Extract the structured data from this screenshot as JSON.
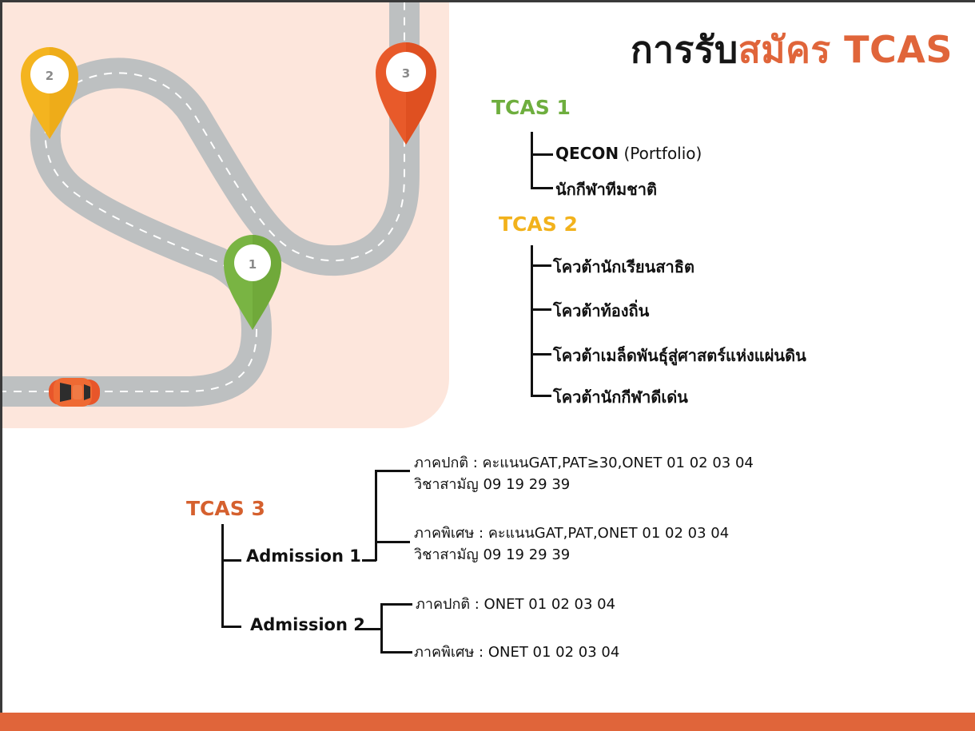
{
  "title": {
    "part1": "การรับ",
    "part2": "สมัคร TCAS"
  },
  "map": {
    "pins": [
      {
        "label": "1",
        "color": "#79b443"
      },
      {
        "label": "2",
        "color": "#f4b41f"
      },
      {
        "label": "3",
        "color": "#e85a2a"
      }
    ],
    "road_color": "#bdc0c1",
    "background_color": "#fde6dc"
  },
  "tcas1": {
    "heading": "TCAS 1",
    "items": [
      {
        "bold": "QECON",
        "light": " (Portfolio)"
      },
      {
        "bold": "นักกีฬาทีมชาติ",
        "light": ""
      }
    ]
  },
  "tcas2": {
    "heading": "TCAS 2",
    "items": [
      "โควต้านักเรียนสาธิต",
      "โควต้าท้องถิ่น",
      "โควต้าเมล็ดพันธุ์สู่ศาสตร์แห่งแผ่นดิน",
      "โควต้านักกีฬาดีเด่น"
    ]
  },
  "tcas3": {
    "heading": "TCAS 3",
    "admission1": {
      "label": "Admission 1",
      "regular": {
        "line1": "ภาคปกติ :  คะแนนGAT,PAT≥30,ONET 01 02 03 04",
        "line2": "วิชาสามัญ 09 19 29 39"
      },
      "special": {
        "line1": "ภาคพิเศษ :  คะแนนGAT,PAT,ONET 01 02 03 04",
        "line2": "วิชาสามัญ 09 19 29 39"
      }
    },
    "admission2": {
      "label": "Admission 2",
      "regular": "ภาคปกติ : ONET 01 02 03 04",
      "special": "ภาคพิเศษ : ONET 01 02 03 04"
    }
  },
  "colors": {
    "accent": "#e0653a",
    "green": "#6eae3e",
    "yellow": "#f2b21c"
  }
}
